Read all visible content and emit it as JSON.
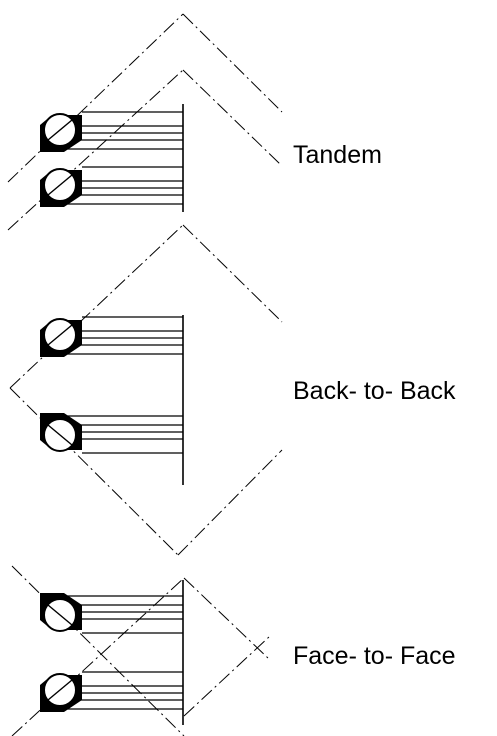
{
  "labels": {
    "tandem": "Tandem",
    "back_to_back": "Back- to- Back",
    "face_to_face": "Face- to- Face"
  },
  "colors": {
    "ink": "#000000",
    "background": "#ffffff"
  }
}
